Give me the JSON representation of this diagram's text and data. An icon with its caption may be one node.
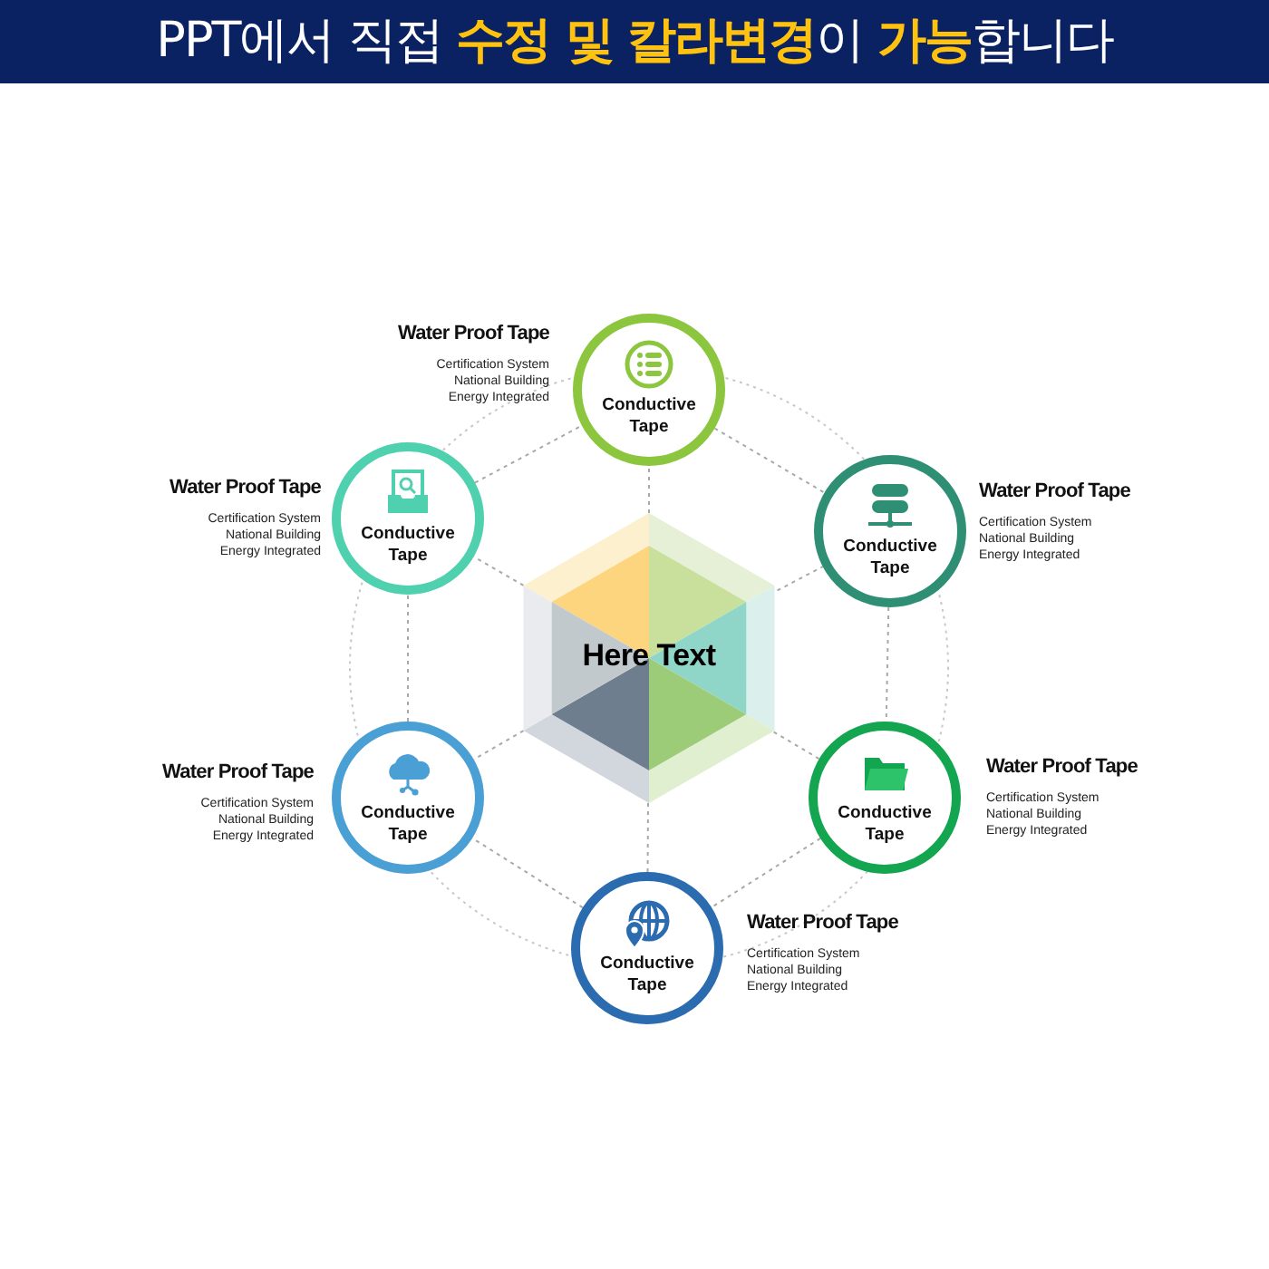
{
  "diagram": {
    "title": "PPT에서 직접 **수정 및 칼라변경**이 **가능**합니다",
    "nodes": [
      {
        "text": [
          "Here Text"
        ]
      },
      {
        "text": [
          "Conductive Tape"
        ],
        "beside": [
          "Water Proof Tape",
          "Certification System",
          "National Building",
          "Energy Integrated"
        ]
      },
      {
        "text": [
          "Conductive Tape"
        ],
        "beside": [
          "Water Proof Tape",
          "Certification System",
          "National Building",
          "Energy Integrated"
        ]
      },
      {
        "text": [
          "Conductive Tape"
        ],
        "beside": [
          "Water Proof Tape",
          "Certification System",
          "National Building",
          "Energy Integrated"
        ]
      },
      {
        "text": [
          "Conductive Tape"
        ],
        "beside": [
          "Water Proof Tape",
          "Certification System",
          "National Building",
          "Energy Integrated"
        ]
      },
      {
        "text": [
          "Conductive Tape"
        ],
        "beside": [
          "Water Proof Tape",
          "Certification System",
          "National Building",
          "Energy Integrated"
        ]
      },
      {
        "text": [
          "Conductive Tape"
        ],
        "beside": [
          "Water Proof Tape",
          "Certification System",
          "National Building",
          "Energy Integrated"
        ]
      }
    ],
    "edges": [
      {
        "from": 0,
        "to": 1,
        "arrow": "none",
        "style": "dashed"
      },
      {
        "from": 0,
        "to": 2,
        "arrow": "none",
        "style": "dashed"
      },
      {
        "from": 0,
        "to": 3,
        "arrow": "none",
        "style": "dashed"
      },
      {
        "from": 0,
        "to": 4,
        "arrow": "none",
        "style": "dashed"
      },
      {
        "from": 0,
        "to": 5,
        "arrow": "none",
        "style": "dashed"
      },
      {
        "from": 0,
        "to": 6,
        "arrow": "none",
        "style": "dashed"
      },
      {
        "from": 1,
        "to": 2,
        "arrow": "none",
        "style": "dashed"
      },
      {
        "from": 2,
        "to": 3,
        "arrow": "none",
        "style": "dashed"
      },
      {
        "from": 3,
        "to": 4,
        "arrow": "none",
        "style": "dashed"
      },
      {
        "from": 4,
        "to": 5,
        "arrow": "none",
        "style": "dashed"
      },
      {
        "from": 5,
        "to": 6,
        "arrow": "none",
        "style": "dashed"
      },
      {
        "from": 6,
        "to": 1,
        "arrow": "none",
        "style": "dashed"
      }
    ]
  }
}
